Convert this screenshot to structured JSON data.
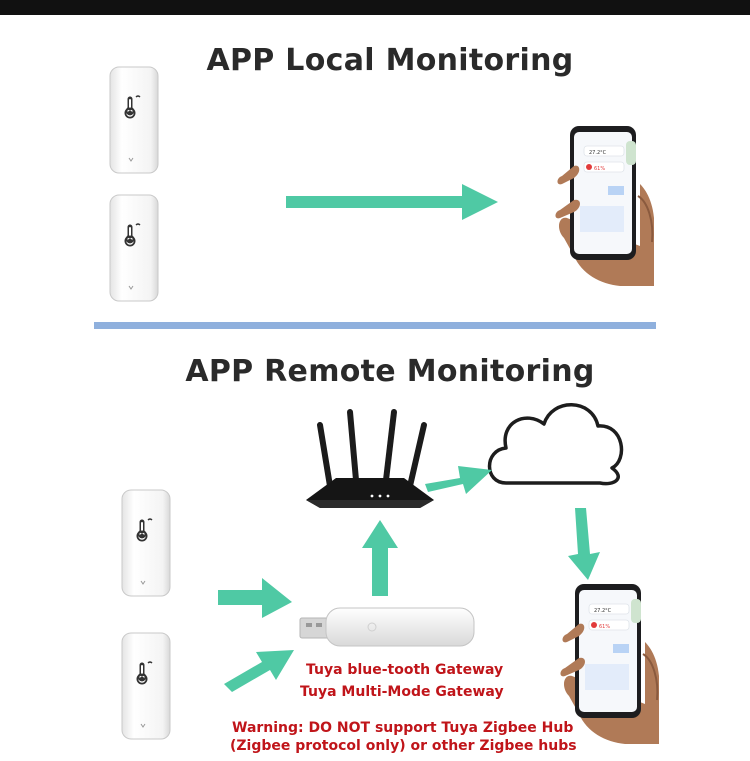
{
  "titles": {
    "local": "APP Local  Monitoring",
    "remote": "APP Remote Monitoring"
  },
  "gateway_labels": {
    "bluetooth": "Tuya blue-tooth Gateway",
    "multimode": "Tuya Multi-Mode Gateway"
  },
  "warning": {
    "line1": "Warning: DO NOT support Tuya Zigbee Hub",
    "line2": "(Zigbee protocol only) or other Zigbee hubs"
  },
  "phone_screen": {
    "temperature": "27.2°C",
    "humidity": "61%"
  },
  "colors": {
    "arrow": "#4fc9a4",
    "divider": "#8fb0dd",
    "warning_text": "#c0151a",
    "title_text": "#2a2a2a"
  },
  "icons": [
    "temperature-sensor-icon",
    "smartphone-in-hand-icon",
    "wifi-router-icon",
    "cloud-icon",
    "usb-gateway-icon"
  ]
}
